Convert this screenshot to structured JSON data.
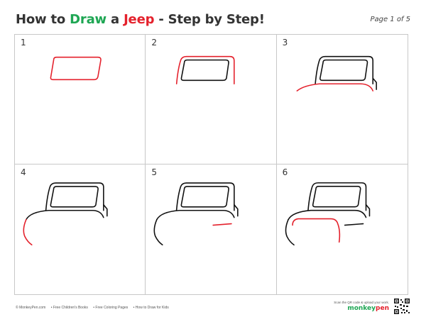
{
  "header": {
    "title_part1": "How to ",
    "title_draw": "Draw",
    "title_part2": " a ",
    "title_jeep": "Jeep",
    "title_part3": " - Step by Step!",
    "page_indicator": "Page 1 of 5"
  },
  "steps": [
    {
      "number": "1"
    },
    {
      "number": "2"
    },
    {
      "number": "3"
    },
    {
      "number": "4"
    },
    {
      "number": "5"
    },
    {
      "number": "6"
    }
  ],
  "colors": {
    "accent_green": "#1ea653",
    "accent_red": "#e4212c",
    "grid_border": "#c8c8c8"
  },
  "footer": {
    "link1": "© MonkeyPen.com",
    "link2": "• Free Children's Books",
    "link3": "• Free Coloring Pages",
    "link4": "• How to Draw for Kids",
    "scan_text": "Scan the QR code & upload your work.",
    "brand_m": "monkey",
    "brand_p": "pen"
  }
}
